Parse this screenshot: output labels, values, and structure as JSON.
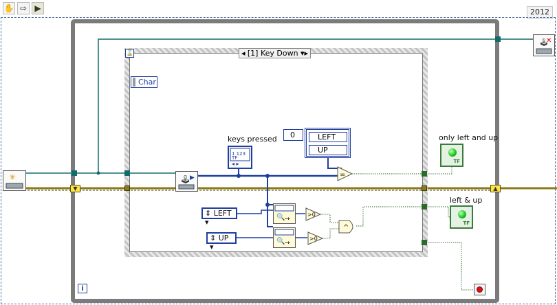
{
  "toolbar": {
    "hand_tool_icon": "hand-icon",
    "arrow_icon": "arrow-icon",
    "run_icon": "run-icon",
    "year": "2012"
  },
  "event_structure": {
    "case_selector": "[1] Key Down",
    "event_data_label": "Char"
  },
  "diagram": {
    "keys_pressed_label": "keys pressed",
    "array_index": "0",
    "array_values": [
      "LEFT",
      "UP"
    ],
    "const_left": "LEFT",
    "const_up": "UP",
    "compare_gt_label_1": ">0",
    "compare_gt_label_2": ">0",
    "and_label": "^",
    "equal_label": "=",
    "loop_index": "i"
  },
  "indicators": {
    "only_left_and_up": "only left and up",
    "left_and_up": "left & up",
    "led_tf": "TF"
  },
  "colors": {
    "cluster_wire": "#1f3fa0",
    "teal_wire": "#126b6b",
    "boolean_wire": "#2a6a2a",
    "shift_reg": "#ffe24a",
    "led_green": "#17c417"
  }
}
